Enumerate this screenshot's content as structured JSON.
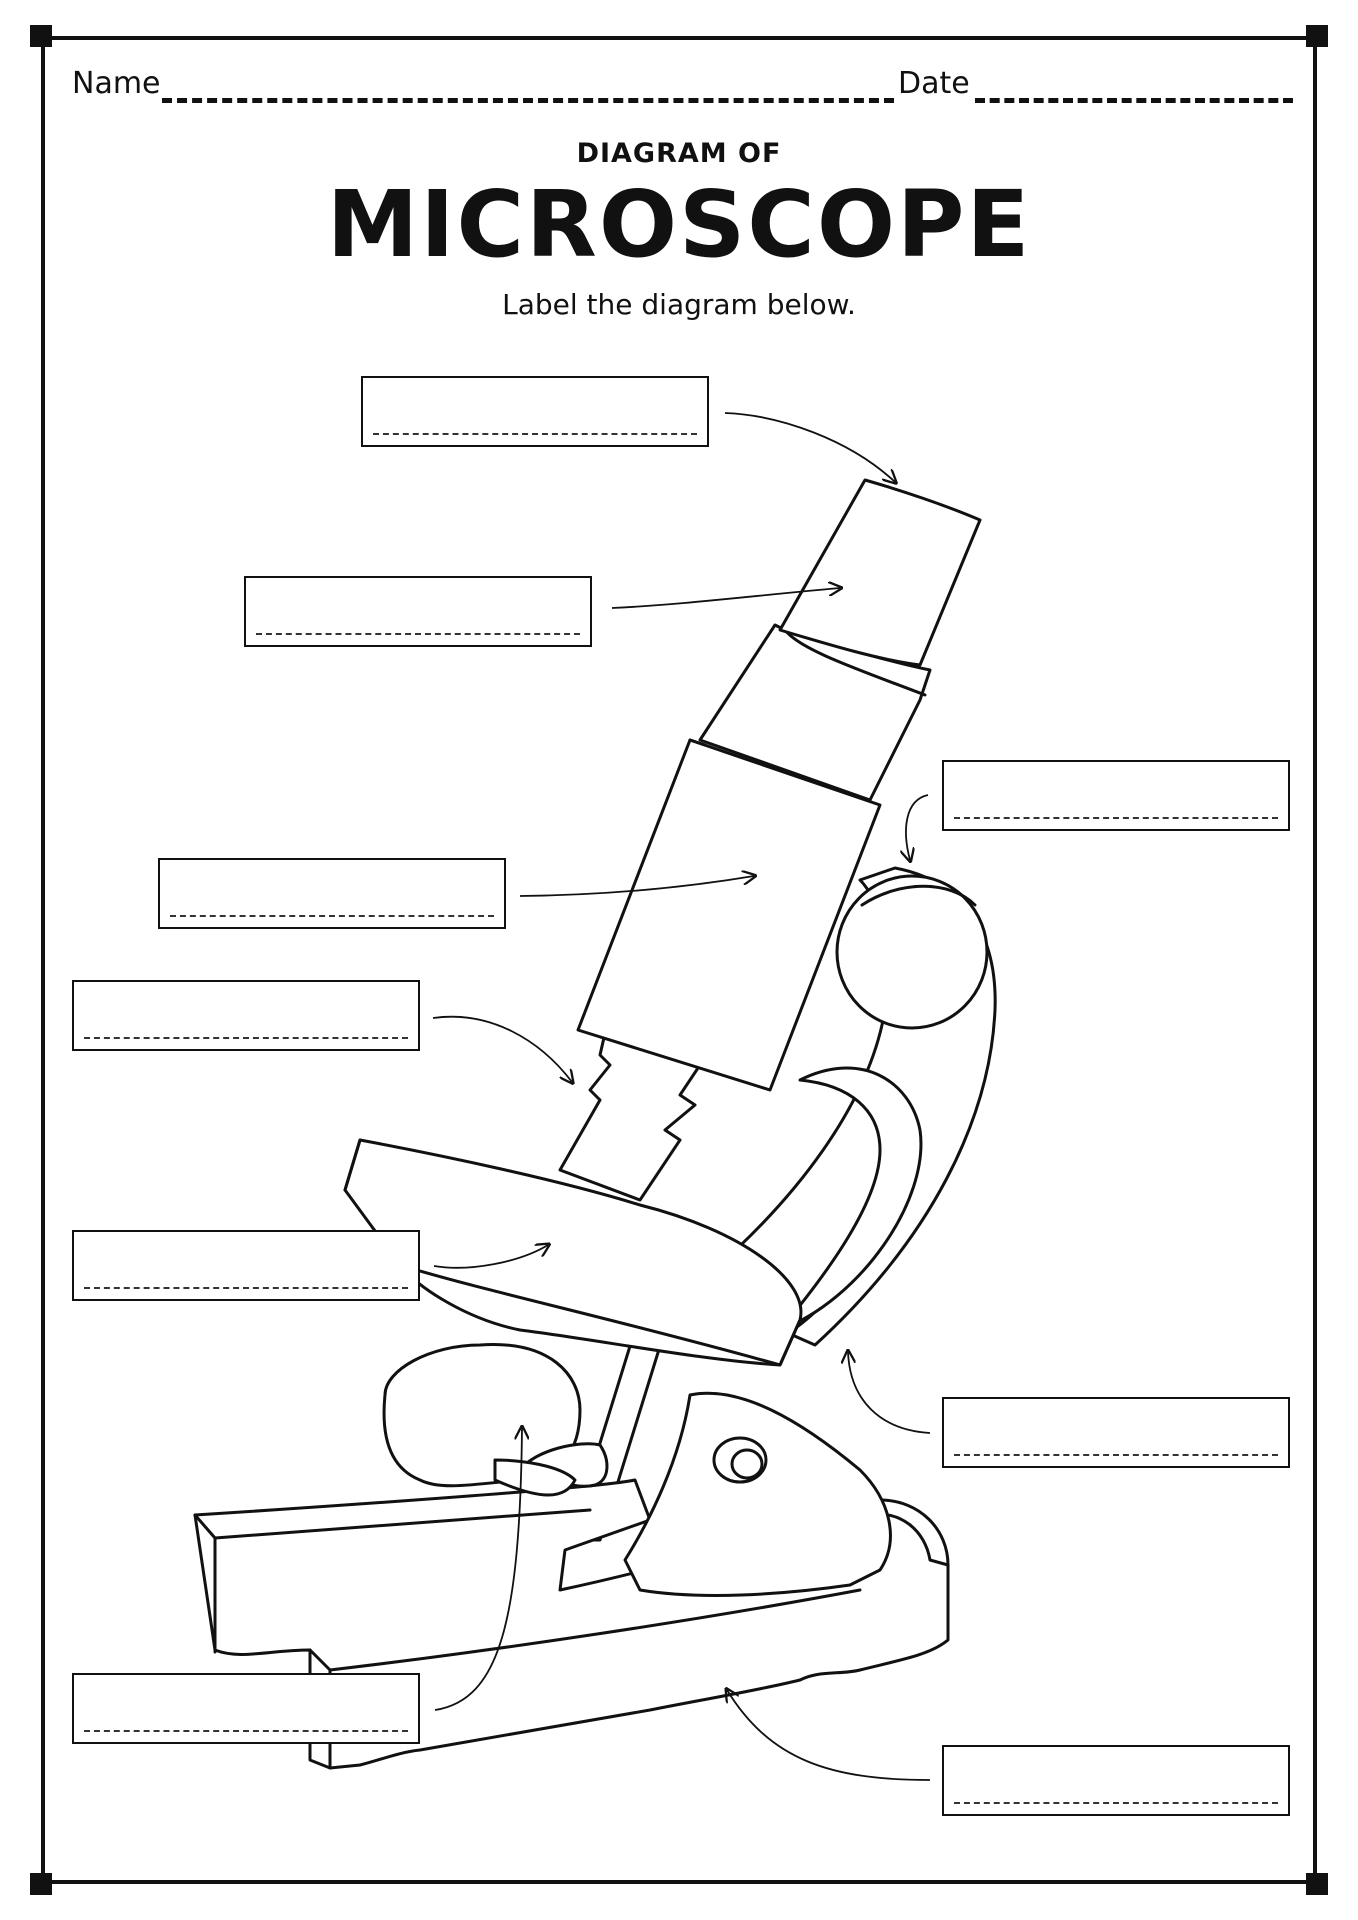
{
  "worksheet": {
    "name_label": "Name",
    "date_label": "Date",
    "subtitle": "DIAGRAM OF",
    "title": "MICROSCOPE",
    "instruction": "Label the diagram below."
  },
  "diagram": {
    "label_boxes": [
      {
        "id": "box-eyepiece",
        "answer": ""
      },
      {
        "id": "box-body-tube",
        "answer": ""
      },
      {
        "id": "box-coarse-adjustment",
        "answer": ""
      },
      {
        "id": "box-arm-tube",
        "answer": ""
      },
      {
        "id": "box-objective-lens",
        "answer": ""
      },
      {
        "id": "box-stage",
        "answer": ""
      },
      {
        "id": "box-arm",
        "answer": ""
      },
      {
        "id": "box-mirror",
        "answer": ""
      },
      {
        "id": "box-base",
        "answer": ""
      }
    ]
  },
  "colors": {
    "ink": "#111111",
    "paper": "#ffffff"
  }
}
